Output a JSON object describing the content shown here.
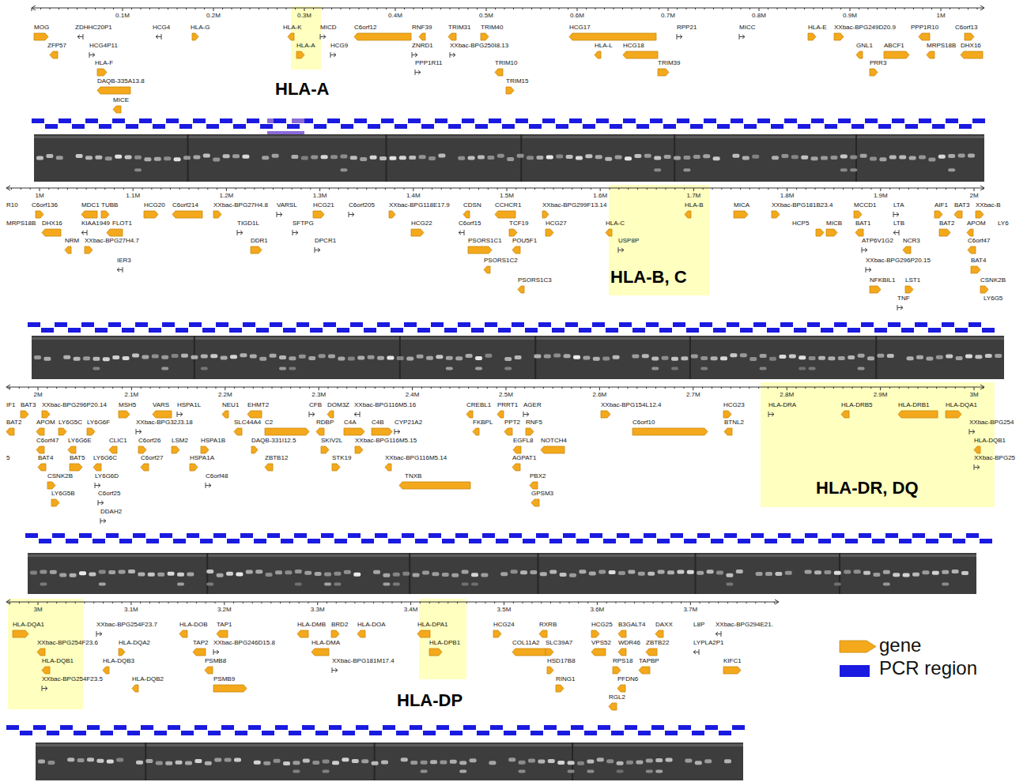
{
  "diagram": {
    "labels": [
      "0.1M",
      "0.2M",
      "0.3M",
      "0.4M",
      "0.5M",
      "0.6M",
      "0.7M",
      "0.8M",
      "0.9M",
      "1M",
      "MOG",
      "ZDHHC20P1",
      "HCG4",
      "HLA-G",
      "HLA-K",
      "MICD",
      "C6orf12",
      "RNF39",
      "TRIM31",
      "TRIM40",
      "HCG17",
      "RPP21",
      "MICC",
      "HLA-E",
      "XXbac-BPG249D20.9",
      "PPP1R10",
      "C6orf13",
      "ZFP57",
      "HCG4P11",
      "HLA-A",
      "HCG9",
      "ZNRD1",
      "XXbac-BPG250I8.13",
      "HLA-L",
      "HCG18",
      "GNL1",
      "ABCF1",
      "MRPS18B",
      "DHX16",
      "HLA-F",
      "PPP1R11",
      "TRIM10",
      "TRIM39",
      "PRR3",
      "DAQB-335A13.8",
      "TRIM15",
      "MICE",
      "HLA-A",
      "1M",
      "1.1M",
      "1.2M",
      "1.3M",
      "1.4M",
      "1.5M",
      "1.6M",
      "1.7M",
      "1.8M",
      "1.9M",
      "2M",
      "R10",
      "C6orf136",
      "MDC1",
      "TUBB",
      "HCG20",
      "C6orf214",
      "XXbac-BPG27H4.8",
      "VARSL",
      "HCG21",
      "C6orf205",
      "XXbac-BPG118E17.9",
      "CDSN",
      "CCHCR1",
      "XXbac-BPG299F13.14",
      "HLA-B",
      "MICA",
      "XXbac-BPG181B23.4",
      "MCCD1",
      "LTA",
      "AIF1",
      "BAT3",
      "XXbac-B",
      "MRPS18B",
      "DHX16",
      "KIAA1949",
      "FLOT1",
      "TIGD1L",
      "SFTPG",
      "HCG22",
      "C6orf15",
      "TCF19",
      "HCG27",
      "HLA-C",
      "HCP5",
      "MICB",
      "BAT1",
      "LTB",
      "BAT2",
      "APOM",
      "LY6",
      "NRM",
      "XXbac-BPG27H4.7",
      "DDR1",
      "DPCR1",
      "PSORS1C1",
      "POU5F1",
      "USP8P",
      "ATP6V1G2",
      "NCR3",
      "C6orf47",
      "IER3",
      "PSORS1C2",
      "XXbac-BPG296P20.15",
      "BAT4",
      "PSORS1C3",
      "NFKBIL1",
      "LST1",
      "CSNK2B",
      "TNF",
      "LY6G5",
      "HLA-B, C",
      "2M",
      "2.1M",
      "2.2M",
      "2.3M",
      "2.4M",
      "2.5M",
      "2.6M",
      "2.7M",
      "2.8M",
      "2.9M",
      "3M",
      "IF1",
      "BAT3",
      "XXbac-BPG296P20.14",
      "MSH5",
      "VARS",
      "HSPA1L",
      "NEU1",
      "EHMT2",
      "CFB",
      "DOM3Z",
      "XXbac-BPG116M5.16",
      "CREBL1",
      "PRRT1",
      "AGER",
      "XXbac-BPG154L12.4",
      "HCG23",
      "HLA-DRA",
      "HLA-DRB5",
      "HLA-DRB1",
      "HLA-DQA1",
      "BAT2",
      "APOM",
      "LY6G5C",
      "LY6G6F",
      "XXbac-BPG32J3.18",
      "SLC44A4",
      "C2",
      "RDBP",
      "C4A",
      "C4B",
      "CYP21A2",
      "FKBPL",
      "PPT2",
      "RNF5",
      "C6orf10",
      "BTNL2",
      "XXbac-BPG254",
      "C6orf47",
      "LY6G6E",
      "CLIC1",
      "C6orf26",
      "LSM2",
      "HSPA1B",
      "DAQB-331I12.5",
      "SKIV2L",
      "XXbac-BPG116M5.15",
      "EGFL8",
      "NOTCH4",
      "HLA-DQB1",
      "5",
      "BAT4",
      "BAT5",
      "LY6G6C",
      "C6orf27",
      "HSPA1A",
      "ZBTB12",
      "STK19",
      "XXbac-BPG116M5.14",
      "AGPAT1",
      "XXbac-BPG25",
      "CSNK2B",
      "LY6G6D",
      "C6orf48",
      "TNXB",
      "PBX2",
      "LY6G5B",
      "C6orf25",
      "GPSM3",
      "DDAH2",
      "HLA-DR, DQ",
      "3M",
      "3.1M",
      "3.2M",
      "3.3M",
      "3.4M",
      "3.5M",
      "3.6M",
      "3.7M",
      "HLA-DQA1",
      "XXbac-BPG254F23.7",
      "HLA-DOB",
      "TAP1",
      "HLA-DMB",
      "BRD2",
      "HLA-DOA",
      "HLA-DPA1",
      "HCG24",
      "RXRB",
      "HCG25",
      "B3GALT4",
      "DAXX",
      "L8P",
      "XXbac-BPG294E21.",
      "XXbac-BPG254F23.6",
      "HLA-DQA2",
      "TAP2",
      "XXbac-BPG246D15.8",
      "HLA-DMA",
      "HLA-DPB1",
      "COL11A2",
      "SLC39A7",
      "VPS52",
      "WDR46",
      "ZBTB22",
      "LYPLA2P1",
      "HLA-DQB1",
      "HLA-DQB3",
      "PSMB8",
      "XXbac-BPG181M17.4",
      "HSD17B8",
      "RPS18",
      "TAPBP",
      "KIFC1",
      "XXbac-BPG254F23.5",
      "HLA-DQB2",
      "PSMB9",
      "RING1",
      "PFDN6",
      "RGL2",
      "HLA-DP"
    ],
    "legend": [
      {
        "text": "gene"
      },
      {
        "text": "PCR region",
        "color": "#1a1ae0"
      }
    ]
  }
}
